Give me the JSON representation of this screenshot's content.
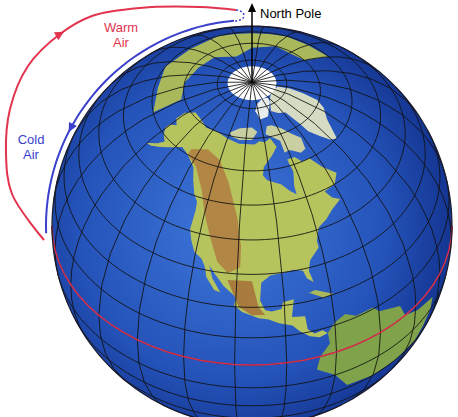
{
  "diagram": {
    "labels": [
      "Warm Air",
      "Cold Air",
      "North Pole"
    ]
  }
}
